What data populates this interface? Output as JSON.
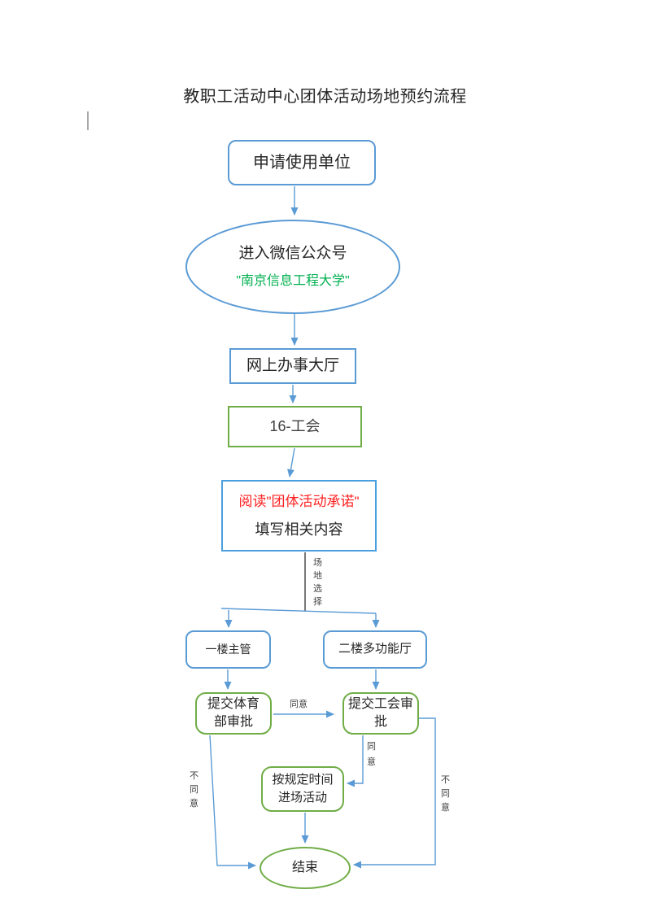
{
  "title": "教职工活动中心团体活动场地预约流程",
  "colors": {
    "connector_blue": "#5B9BD5",
    "box_blue": "#5B9BD5",
    "box_blue_bright": "#4AA0DF",
    "box_green": "#70AD47",
    "highlight_green_text": "#00B050",
    "highlight_red_text": "#FF2020",
    "dark_connector": "#3F3F3F",
    "text": "#262626"
  },
  "nodes": {
    "applicant": {
      "label": "申请使用单位"
    },
    "wechat": {
      "line1": "进入微信公众号",
      "line2": "\"南京信息工程大学\""
    },
    "hall": {
      "label": "网上办事大厅"
    },
    "union16": {
      "label": "16-工会"
    },
    "read_form": {
      "line1": "阅读\"团体活动承诺\"",
      "line2": "填写相关内容"
    },
    "floor1": {
      "label": "一楼主管"
    },
    "floor2": {
      "label": "二楼多功能厅"
    },
    "sports_approval": {
      "line1": "提交体育",
      "line2": "部审批"
    },
    "union_approval": {
      "line1": "提交工会审",
      "line2": "批"
    },
    "enter_activity": {
      "line1": "按规定时间",
      "line2": "进场活动"
    },
    "end": {
      "label": "结束"
    }
  },
  "edge_labels": {
    "venue_select": "场地选择",
    "agree_horizontal": "同意",
    "agree_vertical": "同意",
    "disagree_left": "不同意",
    "disagree_right": "不同意"
  }
}
